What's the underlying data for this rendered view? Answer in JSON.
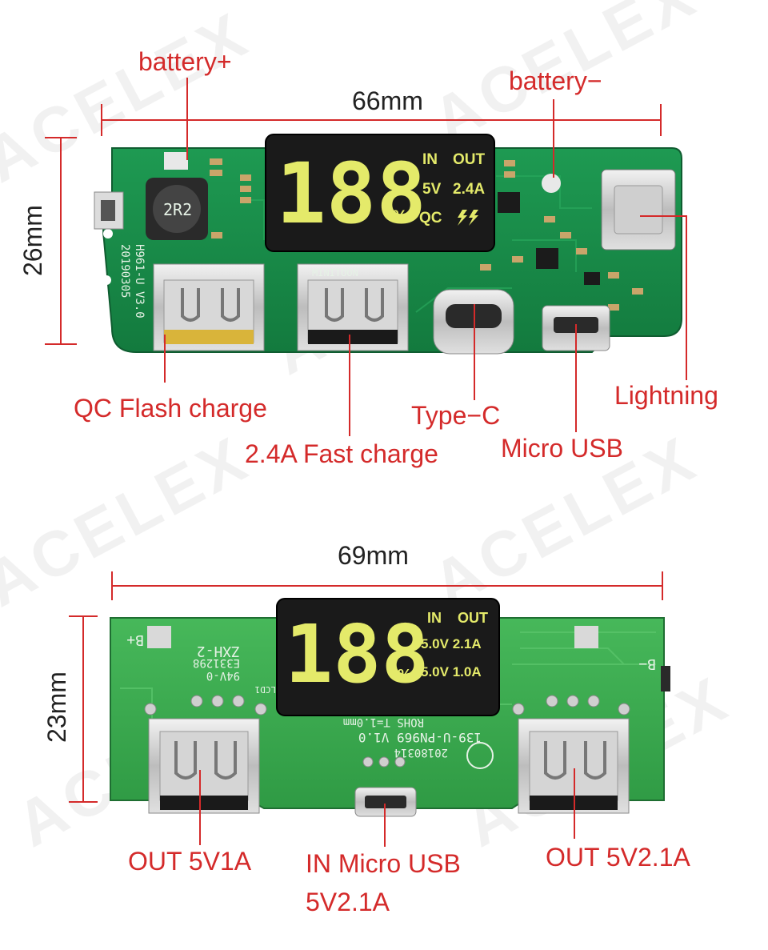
{
  "watermark": "ACELEX",
  "colors": {
    "annotation": "#d42a2a",
    "pcb_board": "#1a8f4b",
    "pcb_board_light": "#3bb24f",
    "lcd_background": "#1a1a1a",
    "lcd_segments": "#e4ea6a"
  },
  "top_board": {
    "width_label": "66mm",
    "height_label": "26mm",
    "display": {
      "digits": "188",
      "percent": "%",
      "in_label": "IN",
      "out_label": "OUT",
      "voltage": "5V",
      "current": "2.4A",
      "qc_label": "QC",
      "bolt_icon": "double-lightning-bolt-icon"
    },
    "silkscreen": {
      "model": "H961-U V3.0",
      "date": "20190305",
      "inductor": "2R2",
      "connector": "MINITOON"
    },
    "callouts": {
      "battery_plus": "battery+",
      "battery_minus": "battery−",
      "qc_flash_charge": "QC Flash charge",
      "fast_charge": "2.4A Fast charge",
      "type_c": "Type−C",
      "micro_usb": "Micro USB",
      "lightning": "Lightning"
    }
  },
  "bottom_board": {
    "width_label": "69mm",
    "height_label": "23mm",
    "display": {
      "digits": "188",
      "percent": "%",
      "in_label": "IN",
      "out_label": "OUT",
      "in_value": "5.0V 2.1A",
      "out_value": "5.0V 1.0A"
    },
    "silkscreen": {
      "b_plus": "B+",
      "b_minus": "B−",
      "zxh": "ZXH-2",
      "cert": "E331298",
      "rating": "94V-0",
      "model": "139-U-PN969 V1.0",
      "rohs": "ROHS T=1.0mm",
      "date": "20180314",
      "lcd": "LCD1"
    },
    "callouts": {
      "out_5v1a": "OUT 5V1A",
      "in_micro_usb_line1": "IN Micro USB",
      "in_micro_usb_line2": "5V2.1A",
      "out_5v2_1a": "OUT 5V2.1A"
    }
  }
}
